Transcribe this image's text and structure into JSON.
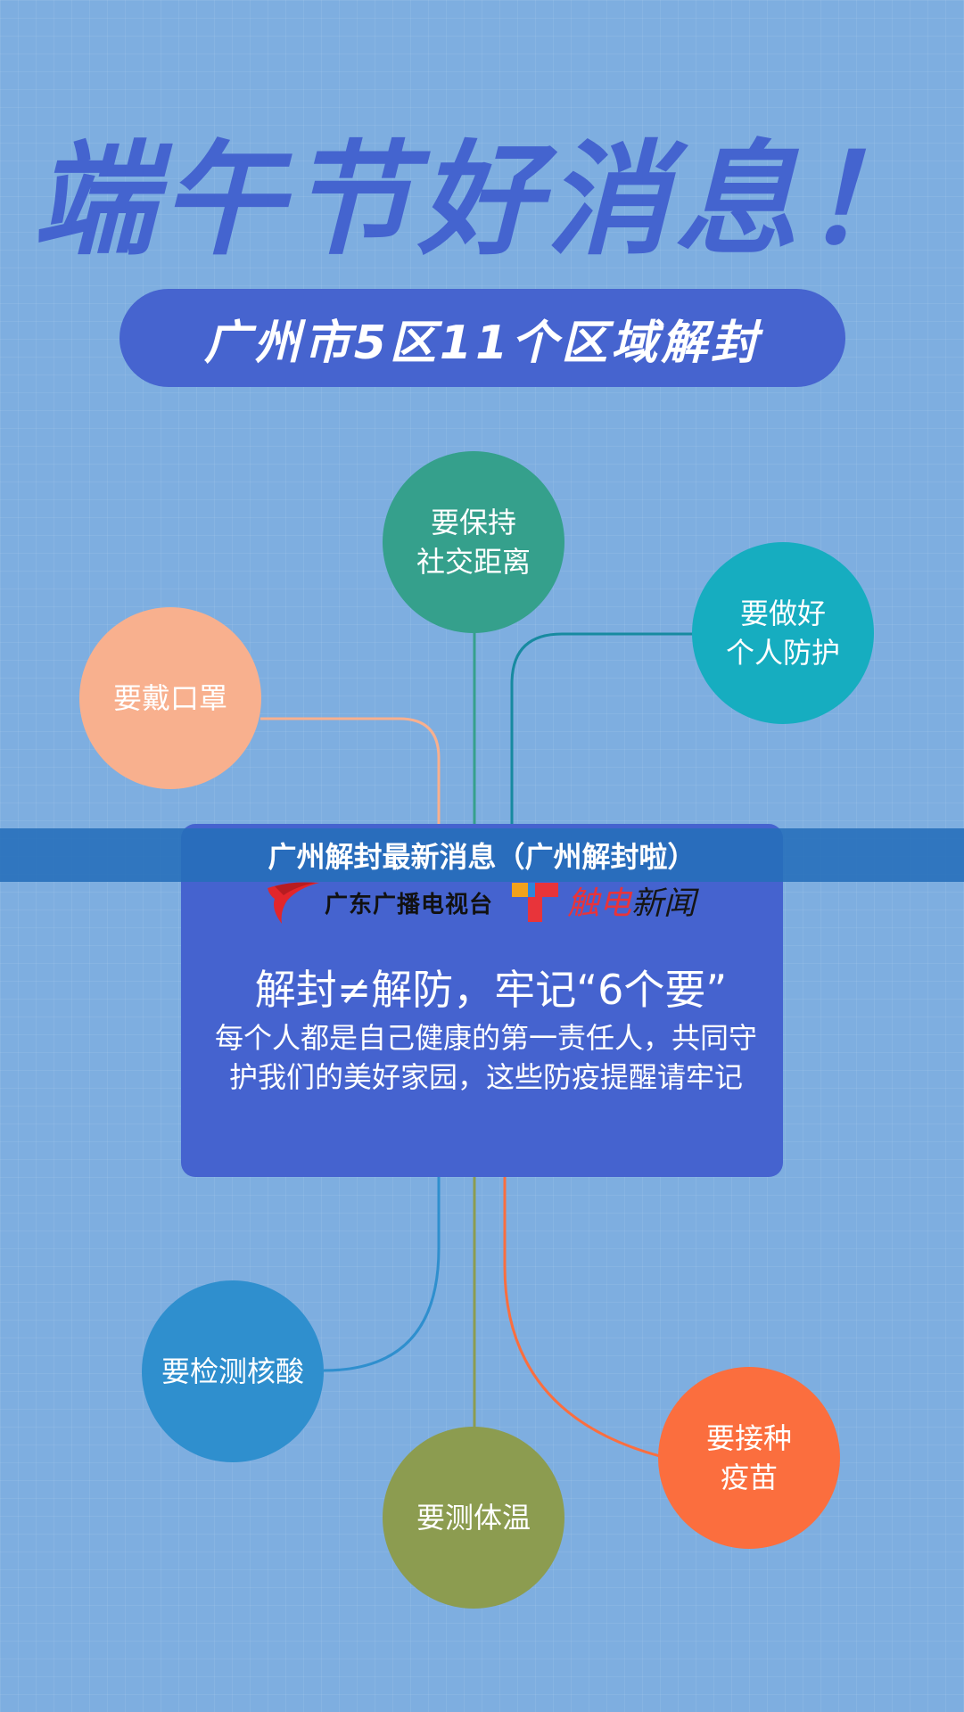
{
  "headline": "端午节好消息！",
  "subtitle": "广州市5区11个区域解封",
  "banner": "广州解封最新消息（广州解封啦）",
  "logos": {
    "broadcaster": "广东广播电视台",
    "app_part1": "触电",
    "app_part2": "新闻"
  },
  "card": {
    "title": "解封≠解防，牢记“6个要”",
    "body": "每个人都是自己健康的第一责任人，共同守护我们的美好家园，这些防疫提醒请牢记"
  },
  "reminders": {
    "distance": "要保持\n社交距离",
    "protection": "要做好\n个人防护",
    "mask": "要戴口罩",
    "nucleic": "要检测核酸",
    "temperature": "要测体温",
    "vaccine": "要接种\n疫苗"
  },
  "colors": {
    "background": "#7eaee0",
    "headline": "#4464cf",
    "card": "#4563cf",
    "distance": "#35a08c",
    "protection": "#16adc0",
    "mask": "#f8b08e",
    "nucleic": "#2f8fce",
    "temperature": "#8c9c50",
    "vaccine": "#fb6e3e"
  }
}
